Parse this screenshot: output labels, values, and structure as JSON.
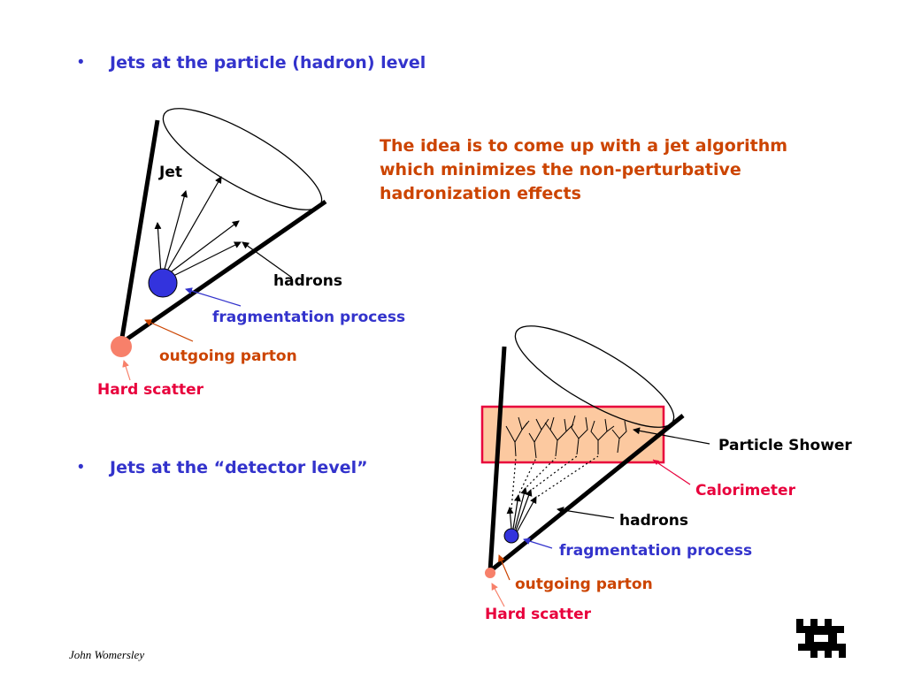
{
  "bullets": [
    {
      "text": "Jets at the particle (hadron) level"
    },
    {
      "text": "Jets at the “detector level”"
    }
  ],
  "idea_text": [
    "The idea is to come up with a jet algorithm",
    "which minimizes the non-perturbative",
    "hadronization effects"
  ],
  "diagram1": {
    "jet_label": "Jet",
    "hadrons_label": "hadrons",
    "fragmentation_label": "fragmentation process",
    "outgoing_label": "outgoing parton",
    "hard_scatter_label": "Hard scatter"
  },
  "diagram2": {
    "shower_label": "Particle Shower",
    "calorimeter_label": "Calorimeter",
    "hadrons_label": "hadrons",
    "fragmentation_label": "fragmentation process",
    "outgoing_label": "outgoing parton",
    "hard_scatter_label": "Hard scatter"
  },
  "author": "John Womersley",
  "colors": {
    "bullet_blue": "#3333cc",
    "brown": "#cc4400",
    "red": "#e8003c",
    "calorimeter_fill": "#fcc9a0",
    "calorimeter_border": "#e8003c",
    "hard_scatter_dot": "#f7806a",
    "fragmentation_dot": "#3333dd"
  },
  "icons": [
    "fermilab-logo-icon"
  ]
}
